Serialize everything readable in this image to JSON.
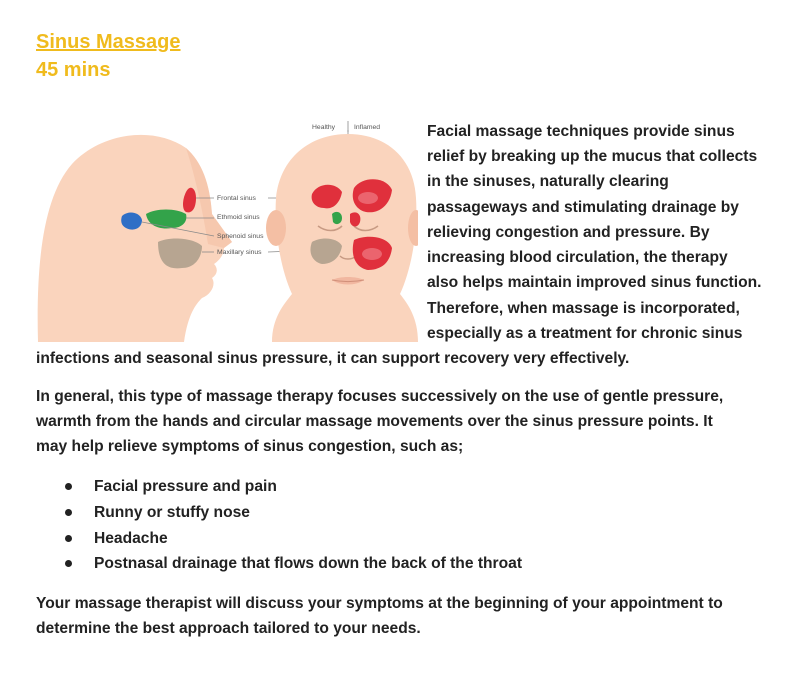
{
  "header": {
    "title": "Sinus Massage",
    "duration": "45 mins"
  },
  "illustration": {
    "label_healthy": "Healthy",
    "label_inflamed": "Inflamed",
    "sinus_labels": [
      "Frontal sinus",
      "Ethmoid sinus",
      "Sphenoid sinus",
      "Maxillary sinus"
    ],
    "colors": {
      "skin": "#fad4bd",
      "skin_shade": "#f4bfa4",
      "frontal": "#e0303c",
      "ethmoid": "#33a34a",
      "sphenoid": "#2f6fc6",
      "maxillary": "#b7a591"
    }
  },
  "intro_lines": [
    "Facial massage techniques provide sinus",
    "relief by breaking up the mucus that collects",
    "in the sinuses, naturally clearing",
    "passageways and stimulating drainage by",
    "relieving congestion and pressure.  By",
    "increasing blood circulation, the therapy",
    "also helps maintain improved sinus function.",
    "Therefore, when massage is incorporated,",
    "especially as a treatment for chronic sinus",
    "infections and seasonal sinus pressure, it can support recovery very effectively."
  ],
  "general_lines": [
    "In general, this type of massage therapy focuses successively on the use of gentle pressure,",
    "warmth from the hands and circular massage movements over the sinus pressure points.  It",
    "may help relieve symptoms of sinus congestion, such as;"
  ],
  "symptoms": [
    "Facial pressure and pain",
    "Runny or stuffy nose",
    "Headache",
    "Postnasal drainage that flows down the back of the throat"
  ],
  "closing_lines": [
    "Your massage therapist will discuss your symptoms at the beginning of your appointment to",
    "determine the best approach tailored to your needs."
  ]
}
